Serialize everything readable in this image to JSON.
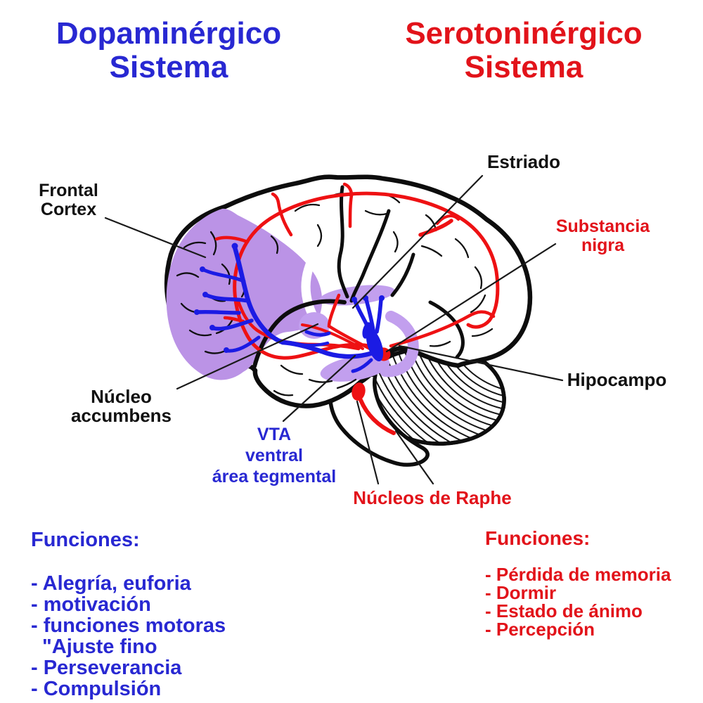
{
  "titles": {
    "dopaminergic": {
      "line1": "Dopaminérgico",
      "line2": "Sistema"
    },
    "serotonergic": {
      "line1": "Serotoninérgico",
      "line2": "Sistema"
    }
  },
  "brain_labels": {
    "frontal_cortex": {
      "line1": "Frontal",
      "line2": "Cortex"
    },
    "estriado": "Estriado",
    "substancia_nigra": {
      "line1": "Substancia",
      "line2": "nigra"
    },
    "hipocampo": "Hipocampo",
    "nucleo_accumbens": {
      "line1": "Núcleo",
      "line2": "accumbens"
    },
    "vta": {
      "line1": "VTA",
      "line2": "ventral",
      "line3": "área tegmental"
    },
    "nucleos_raphe": "Núcleos de Raphe"
  },
  "functions_left": {
    "heading": "Funciones:",
    "items": [
      "- Alegría, euforia",
      "- motivación",
      "- funciones motoras",
      "\"Ajuste fino",
      "- Perseverancia",
      "- Compulsión"
    ]
  },
  "functions_right": {
    "heading": "Funciones:",
    "items": [
      "- Pérdida de memoria",
      "- Dormir",
      "- Estado de ánimo",
      "- Percepción"
    ]
  },
  "colors": {
    "dopamine_blue": "#2828d2",
    "serotonin_red": "#e2131a",
    "pathway_blue": "#1b1be4",
    "pathway_red": "#ee1113",
    "cortex_purple": "#bb93e6",
    "nuclei_purple": "#c29fee",
    "label_black": "#111111"
  }
}
